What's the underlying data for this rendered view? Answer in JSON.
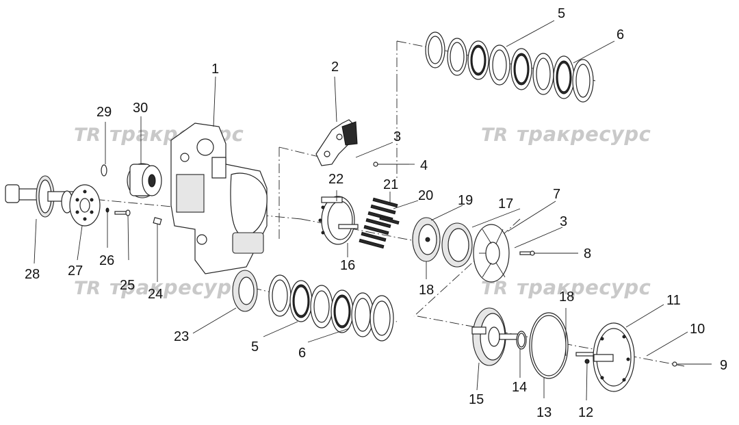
{
  "watermark": {
    "logo": "TR",
    "text": "тракресурс"
  },
  "callouts": {
    "c1": "1",
    "c2": "2",
    "c3a": "3",
    "c3b": "3",
    "c4": "4",
    "c5a": "5",
    "c5b": "5",
    "c6a": "6",
    "c6b": "6",
    "c7": "7",
    "c8": "8",
    "c9": "9",
    "c10": "10",
    "c11": "11",
    "c12": "12",
    "c13": "13",
    "c14": "14",
    "c15": "15",
    "c16": "16",
    "c17": "17",
    "c18a": "18",
    "c18b": "18",
    "c19": "19",
    "c20": "20",
    "c21": "21",
    "c22": "22",
    "c23": "23",
    "c24": "24",
    "c25": "25",
    "c26": "26",
    "c27": "27",
    "c28": "28",
    "c29": "29",
    "c30": "30"
  },
  "colors": {
    "ink": "#222222",
    "watermark": "#c9c9c9",
    "background": "#ffffff"
  }
}
